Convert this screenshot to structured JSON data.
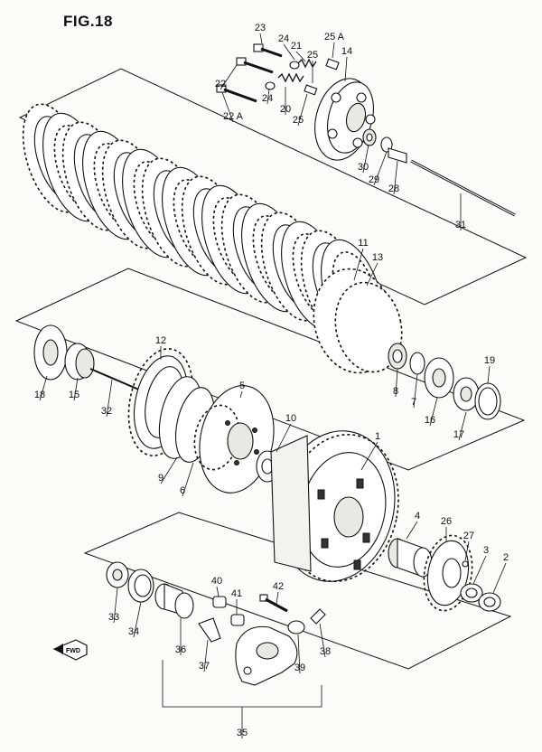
{
  "figure": {
    "title": "FIG.18"
  },
  "fwd_label": "FWD",
  "parts": [
    {
      "id": "p1",
      "label": "1"
    },
    {
      "id": "p2",
      "label": "2"
    },
    {
      "id": "p3",
      "label": "3"
    },
    {
      "id": "p4",
      "label": "4"
    },
    {
      "id": "p5",
      "label": "5"
    },
    {
      "id": "p6",
      "label": "6"
    },
    {
      "id": "p7",
      "label": "7"
    },
    {
      "id": "p8",
      "label": "8"
    },
    {
      "id": "p9",
      "label": "9"
    },
    {
      "id": "p10",
      "label": "10"
    },
    {
      "id": "p11",
      "label": "11"
    },
    {
      "id": "p12",
      "label": "12"
    },
    {
      "id": "p13",
      "label": "13"
    },
    {
      "id": "p14",
      "label": "14"
    },
    {
      "id": "p15",
      "label": "15"
    },
    {
      "id": "p16",
      "label": "16"
    },
    {
      "id": "p17",
      "label": "17"
    },
    {
      "id": "p18",
      "label": "18"
    },
    {
      "id": "p19",
      "label": "19"
    },
    {
      "id": "p20",
      "label": "20"
    },
    {
      "id": "p21",
      "label": "21"
    },
    {
      "id": "p22",
      "label": "22"
    },
    {
      "id": "p22a",
      "label": "22 A"
    },
    {
      "id": "p23",
      "label": "23"
    },
    {
      "id": "p24a",
      "label": "24"
    },
    {
      "id": "p24b",
      "label": "24"
    },
    {
      "id": "p25a",
      "label": "25"
    },
    {
      "id": "p25b",
      "label": "25"
    },
    {
      "id": "p25A",
      "label": "25 A"
    },
    {
      "id": "p26",
      "label": "26"
    },
    {
      "id": "p27",
      "label": "27"
    },
    {
      "id": "p28",
      "label": "28"
    },
    {
      "id": "p29",
      "label": "29"
    },
    {
      "id": "p30",
      "label": "30"
    },
    {
      "id": "p31",
      "label": "31"
    },
    {
      "id": "p32",
      "label": "32"
    },
    {
      "id": "p33",
      "label": "33"
    },
    {
      "id": "p34",
      "label": "34"
    },
    {
      "id": "p35",
      "label": "35"
    },
    {
      "id": "p36",
      "label": "36"
    },
    {
      "id": "p37",
      "label": "37"
    },
    {
      "id": "p38",
      "label": "38"
    },
    {
      "id": "p39",
      "label": "39"
    },
    {
      "id": "p40",
      "label": "40"
    },
    {
      "id": "p41",
      "label": "41"
    },
    {
      "id": "p42",
      "label": "42"
    }
  ]
}
